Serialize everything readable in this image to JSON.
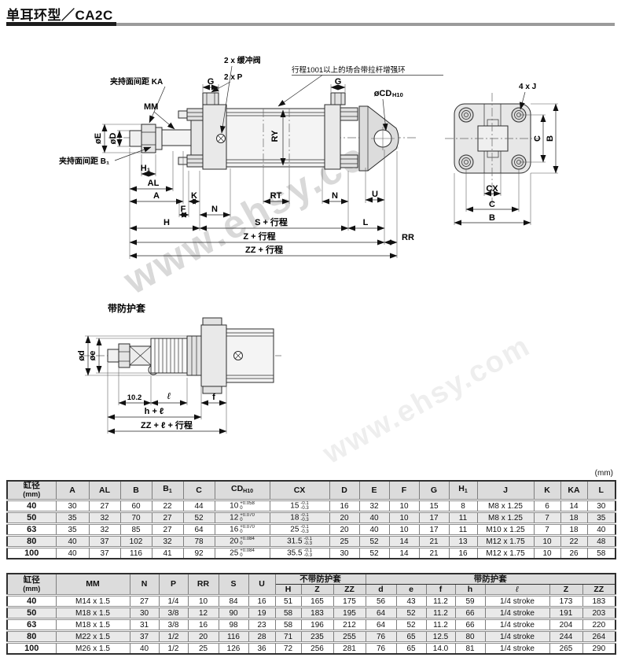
{
  "page": {
    "title": "单耳环型／CA2C",
    "unit_note": "(mm)",
    "watermark": "www.ehsy.com"
  },
  "drawing": {
    "main": {
      "ka_label": "夹持面间距 KA",
      "mm_label": "MM",
      "cushion_label": "2 x 缓冲阀",
      "port_label": "2 x P",
      "note_label": "行程1001以上的场合带拉杆增强环",
      "g_left": "G",
      "g_right": "G",
      "cd_label": "øCD",
      "cd_sub": "H10",
      "ry_label": "RY",
      "oe_label": "øE",
      "od_label": "øD",
      "b1_label": "夹持面间距 B₁",
      "h1": "H₁",
      "al": "AL",
      "a": "A",
      "k": "K",
      "f": "F",
      "n_left": "N",
      "rt": "RT",
      "n_right": "N",
      "u": "U",
      "h": "H",
      "s_stroke": "S + 行程",
      "l": "L",
      "z_stroke": "Z + 行程",
      "rr": "RR",
      "zz_stroke": "ZZ + 行程"
    },
    "end": {
      "j_label": "4 x J",
      "c_vert": "C",
      "b_vert": "B",
      "cx": "CX",
      "c_horiz": "C",
      "b_horiz": "B"
    },
    "boot": {
      "title": "带防护套",
      "od_label": "ød",
      "oe_label": "øe",
      "dim_102": "10.2",
      "ell": "ℓ",
      "f": "f",
      "h_ell": "h + ℓ",
      "zz_ell_stroke": "ZZ + ℓ + 行程"
    }
  },
  "table1": {
    "col0": {
      "line1": "缸径",
      "line2": "(mm)"
    },
    "headers": [
      {
        "t": "A"
      },
      {
        "t": "AL"
      },
      {
        "t": "B"
      },
      {
        "t": "B",
        "s": "1"
      },
      {
        "t": "C"
      },
      {
        "t": "CD",
        "s": "H10"
      },
      {
        "t": "CX"
      },
      {
        "t": "D"
      },
      {
        "t": "E"
      },
      {
        "t": "F"
      },
      {
        "t": "G"
      },
      {
        "t": "H",
        "s": "1"
      },
      {
        "t": "J"
      },
      {
        "t": "K"
      },
      {
        "t": "KA"
      },
      {
        "t": "L"
      }
    ],
    "rows": [
      {
        "bore": "40",
        "cells": [
          "30",
          "27",
          "60",
          "22",
          "44",
          {
            "v": "10",
            "up": "+0.058",
            "dn": "0"
          },
          {
            "v": "15",
            "up": "-0.1",
            "dn": "-0.3"
          },
          "16",
          "32",
          "10",
          "15",
          "8",
          "M8 x 1.25",
          "6",
          "14",
          "30"
        ]
      },
      {
        "bore": "50",
        "cells": [
          "35",
          "32",
          "70",
          "27",
          "52",
          {
            "v": "12",
            "up": "+0.070",
            "dn": "0"
          },
          {
            "v": "18",
            "up": "-0.1",
            "dn": "-0.3"
          },
          "20",
          "40",
          "10",
          "17",
          "11",
          "M8 x 1.25",
          "7",
          "18",
          "35"
        ]
      },
      {
        "bore": "63",
        "cells": [
          "35",
          "32",
          "85",
          "27",
          "64",
          {
            "v": "16",
            "up": "+0.070",
            "dn": "0"
          },
          {
            "v": "25",
            "up": "-0.1",
            "dn": "-0.3"
          },
          "20",
          "40",
          "10",
          "17",
          "11",
          "M10 x 1.25",
          "7",
          "18",
          "40"
        ]
      },
      {
        "bore": "80",
        "cells": [
          "40",
          "37",
          "102",
          "32",
          "78",
          {
            "v": "20",
            "up": "+0.084",
            "dn": "0"
          },
          {
            "v": "31.5",
            "up": "-0.1",
            "dn": "-0.3"
          },
          "25",
          "52",
          "14",
          "21",
          "13",
          "M12 x 1.75",
          "10",
          "22",
          "48"
        ]
      },
      {
        "bore": "100",
        "cells": [
          "40",
          "37",
          "116",
          "41",
          "92",
          {
            "v": "25",
            "up": "+0.084",
            "dn": "0"
          },
          {
            "v": "35.5",
            "up": "-0.1",
            "dn": "-0.3"
          },
          "30",
          "52",
          "14",
          "21",
          "16",
          "M12 x 1.75",
          "10",
          "26",
          "58"
        ]
      }
    ]
  },
  "table2": {
    "col0": {
      "line1": "缸径",
      "line2": "(mm)"
    },
    "flat_headers": [
      {
        "t": "MM"
      },
      {
        "t": "N"
      },
      {
        "t": "P"
      },
      {
        "t": "RR"
      },
      {
        "t": "S"
      },
      {
        "t": "U"
      }
    ],
    "groups": [
      {
        "label": "不带防护套",
        "cols": [
          {
            "t": "H"
          },
          {
            "t": "Z"
          },
          {
            "t": "ZZ"
          }
        ]
      },
      {
        "label": "带防护套",
        "cols": [
          {
            "t": "d"
          },
          {
            "t": "e"
          },
          {
            "t": "f"
          },
          {
            "t": "h"
          },
          {
            "t": "ℓ"
          },
          {
            "t": "Z"
          },
          {
            "t": "ZZ"
          }
        ]
      }
    ],
    "rows": [
      {
        "bore": "40",
        "cells": [
          "M14 x 1.5",
          "27",
          "1/4",
          "10",
          "84",
          "16",
          "51",
          "165",
          "175",
          "56",
          "43",
          "11.2",
          "59",
          "1/4 stroke",
          "173",
          "183"
        ]
      },
      {
        "bore": "50",
        "cells": [
          "M18 x 1.5",
          "30",
          "3/8",
          "12",
          "90",
          "19",
          "58",
          "183",
          "195",
          "64",
          "52",
          "11.2",
          "66",
          "1/4 stroke",
          "191",
          "203"
        ]
      },
      {
        "bore": "63",
        "cells": [
          "M18 x 1.5",
          "31",
          "3/8",
          "16",
          "98",
          "23",
          "58",
          "196",
          "212",
          "64",
          "52",
          "11.2",
          "66",
          "1/4 stroke",
          "204",
          "220"
        ]
      },
      {
        "bore": "80",
        "cells": [
          "M22 x 1.5",
          "37",
          "1/2",
          "20",
          "116",
          "28",
          "71",
          "235",
          "255",
          "76",
          "65",
          "12.5",
          "80",
          "1/4 stroke",
          "244",
          "264"
        ]
      },
      {
        "bore": "100",
        "cells": [
          "M26 x 1.5",
          "40",
          "1/2",
          "25",
          "126",
          "36",
          "72",
          "256",
          "281",
          "76",
          "65",
          "14.0",
          "81",
          "1/4 stroke",
          "265",
          "290"
        ]
      }
    ]
  }
}
